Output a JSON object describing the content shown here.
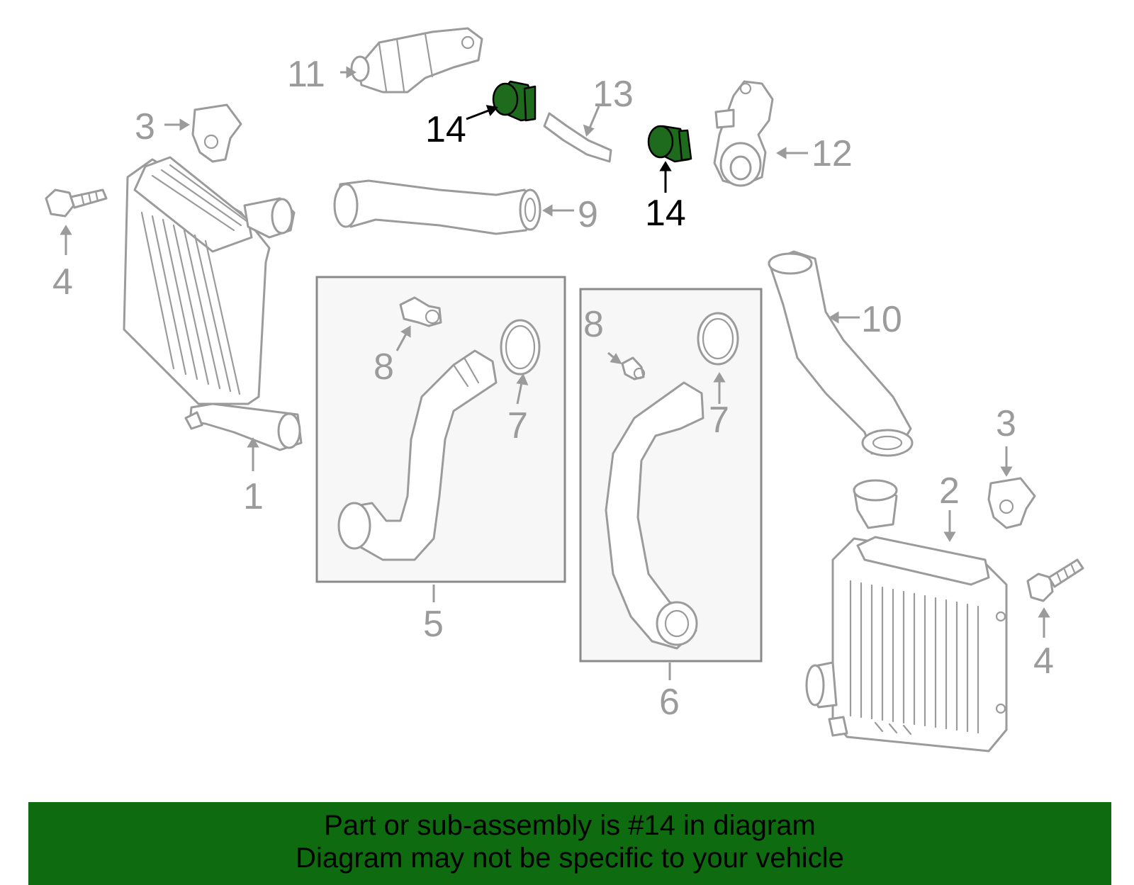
{
  "diagram": {
    "highlight_color": "#1e6b1e",
    "callouts": {
      "c1": "1",
      "c2": "2",
      "c3a": "3",
      "c3b": "3",
      "c4a": "4",
      "c4b": "4",
      "c5": "5",
      "c6": "6",
      "c7a": "7",
      "c7b": "7",
      "c8a": "8",
      "c8b": "8",
      "c9": "9",
      "c10": "10",
      "c11": "11",
      "c12": "12",
      "c13": "13",
      "c14a": "14",
      "c14b": "14"
    }
  },
  "banner": {
    "line1": "Part or sub-assembly is #14 in diagram",
    "line2": "Diagram may not be specific to your vehicle",
    "background": "#0f6b0f"
  }
}
